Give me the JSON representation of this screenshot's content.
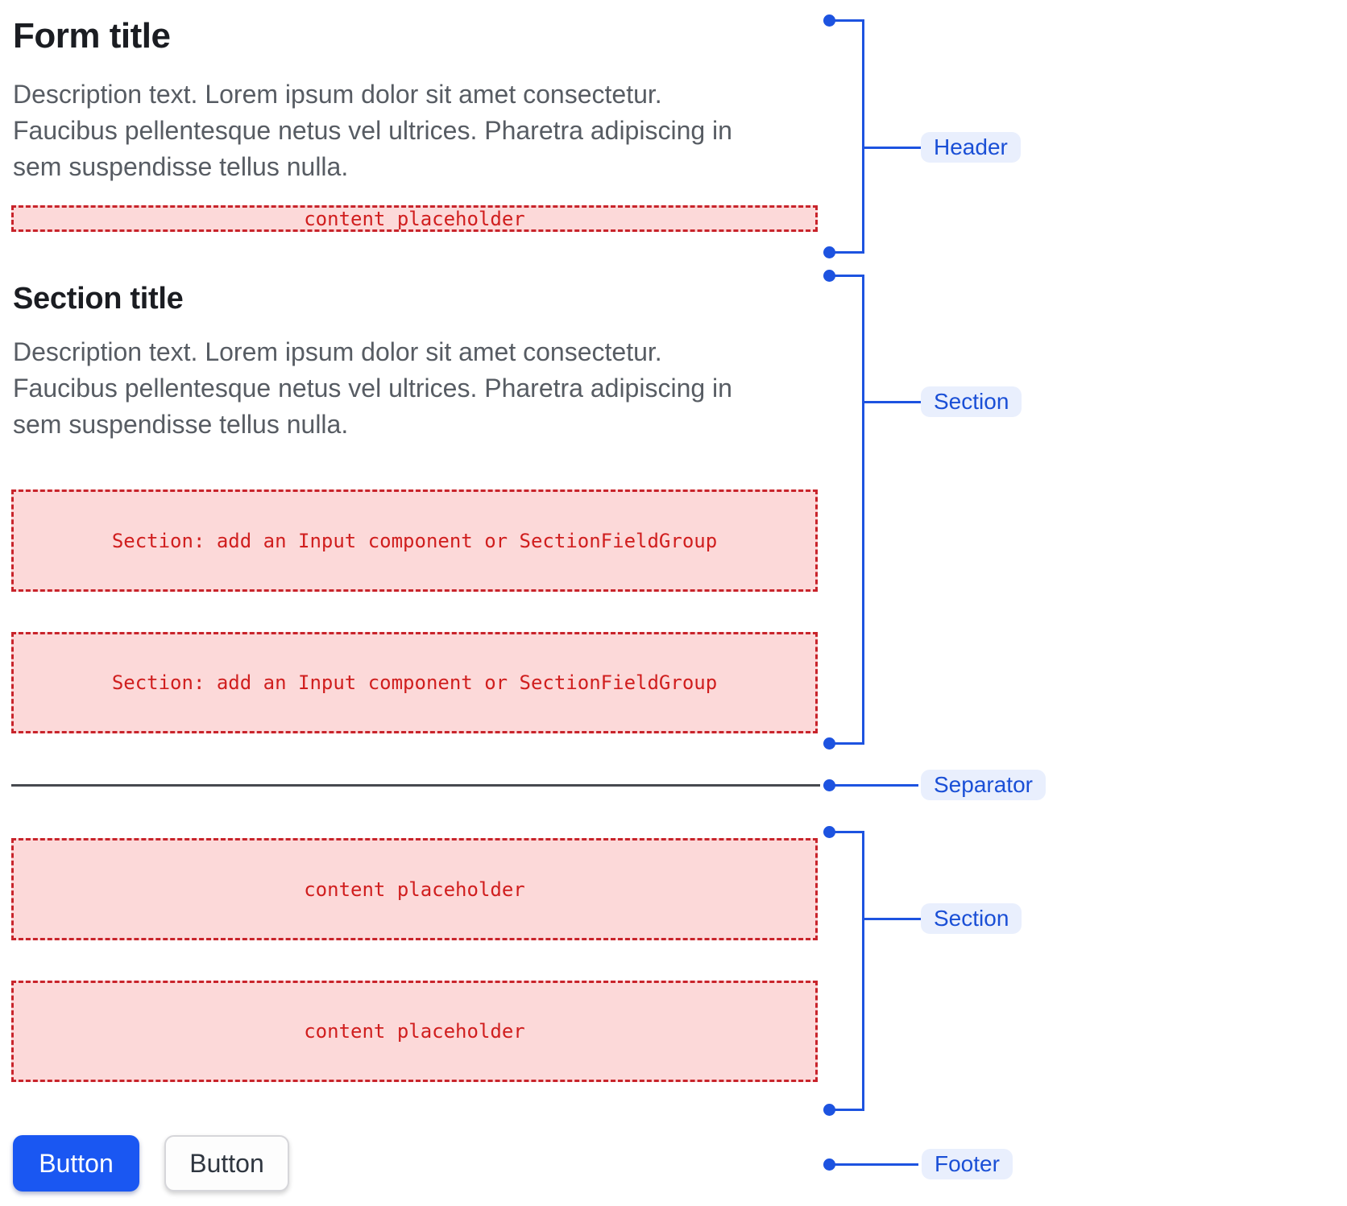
{
  "form": {
    "title": "Form title",
    "description_lines": [
      "Description text. Lorem ipsum dolor sit amet consectetur.",
      "Faucibus pellentesque netus vel ultrices. Pharetra adipiscing in",
      "sem suspendisse tellus nulla."
    ],
    "header_placeholder": "content placeholder"
  },
  "section1": {
    "title": "Section title",
    "description_lines": [
      "Description text. Lorem ipsum dolor sit amet consectetur.",
      "Faucibus pellentesque netus vel ultrices. Pharetra adipiscing in",
      "sem suspendisse tellus nulla."
    ],
    "placeholder_1": "Section: add an Input component or SectionFieldGroup",
    "placeholder_2": "Section: add an Input component or SectionFieldGroup"
  },
  "section2": {
    "placeholder_1": "content placeholder",
    "placeholder_2": "content placeholder"
  },
  "footer": {
    "primary_button": "Button",
    "secondary_button": "Button"
  },
  "annotations": {
    "header": "Header",
    "section1": "Section",
    "separator": "Separator",
    "section2": "Section",
    "footer": "Footer"
  },
  "colors": {
    "placeholder_bg": "#fcd9d9",
    "placeholder_border": "#c8242b",
    "placeholder_text": "#d01e1e",
    "annotation_blue": "#1d53e0",
    "annotation_chip_bg": "#e9effd",
    "annotation_chip_text": "#1a4fd6",
    "primary_button_bg": "#1a57f2",
    "separator_line": "#46494f",
    "title_text": "#1b1d22",
    "description_text": "#575c63"
  }
}
